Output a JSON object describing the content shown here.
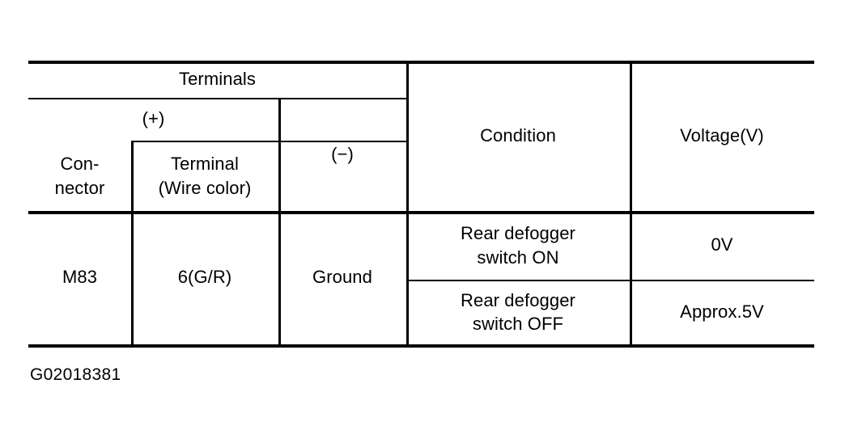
{
  "document": {
    "caption": "G02018381"
  },
  "table": {
    "headers": {
      "terminals": "Terminals",
      "positive": "(+)",
      "connector": "Con-\nnector",
      "connector_line1": "Con-",
      "connector_line2": "nector",
      "terminal_wire": "Terminal\n(Wire color)",
      "terminal_line1": "Terminal",
      "terminal_line2": "(Wire color)",
      "negative": "(−)",
      "condition": "Condition",
      "voltage": "Voltage(V)"
    },
    "rows": [
      {
        "connector": "M83",
        "terminal": "6(G/R)",
        "negative": "Ground",
        "measurements": [
          {
            "condition_line1": "Rear defogger",
            "condition_line2": "switch ON",
            "voltage": "0V"
          },
          {
            "condition_line1": "Rear defogger",
            "condition_line2": "switch OFF",
            "voltage": "Approx.5V"
          }
        ]
      }
    ]
  },
  "colors": {
    "ink": "#000000",
    "paper": "#ffffff"
  }
}
